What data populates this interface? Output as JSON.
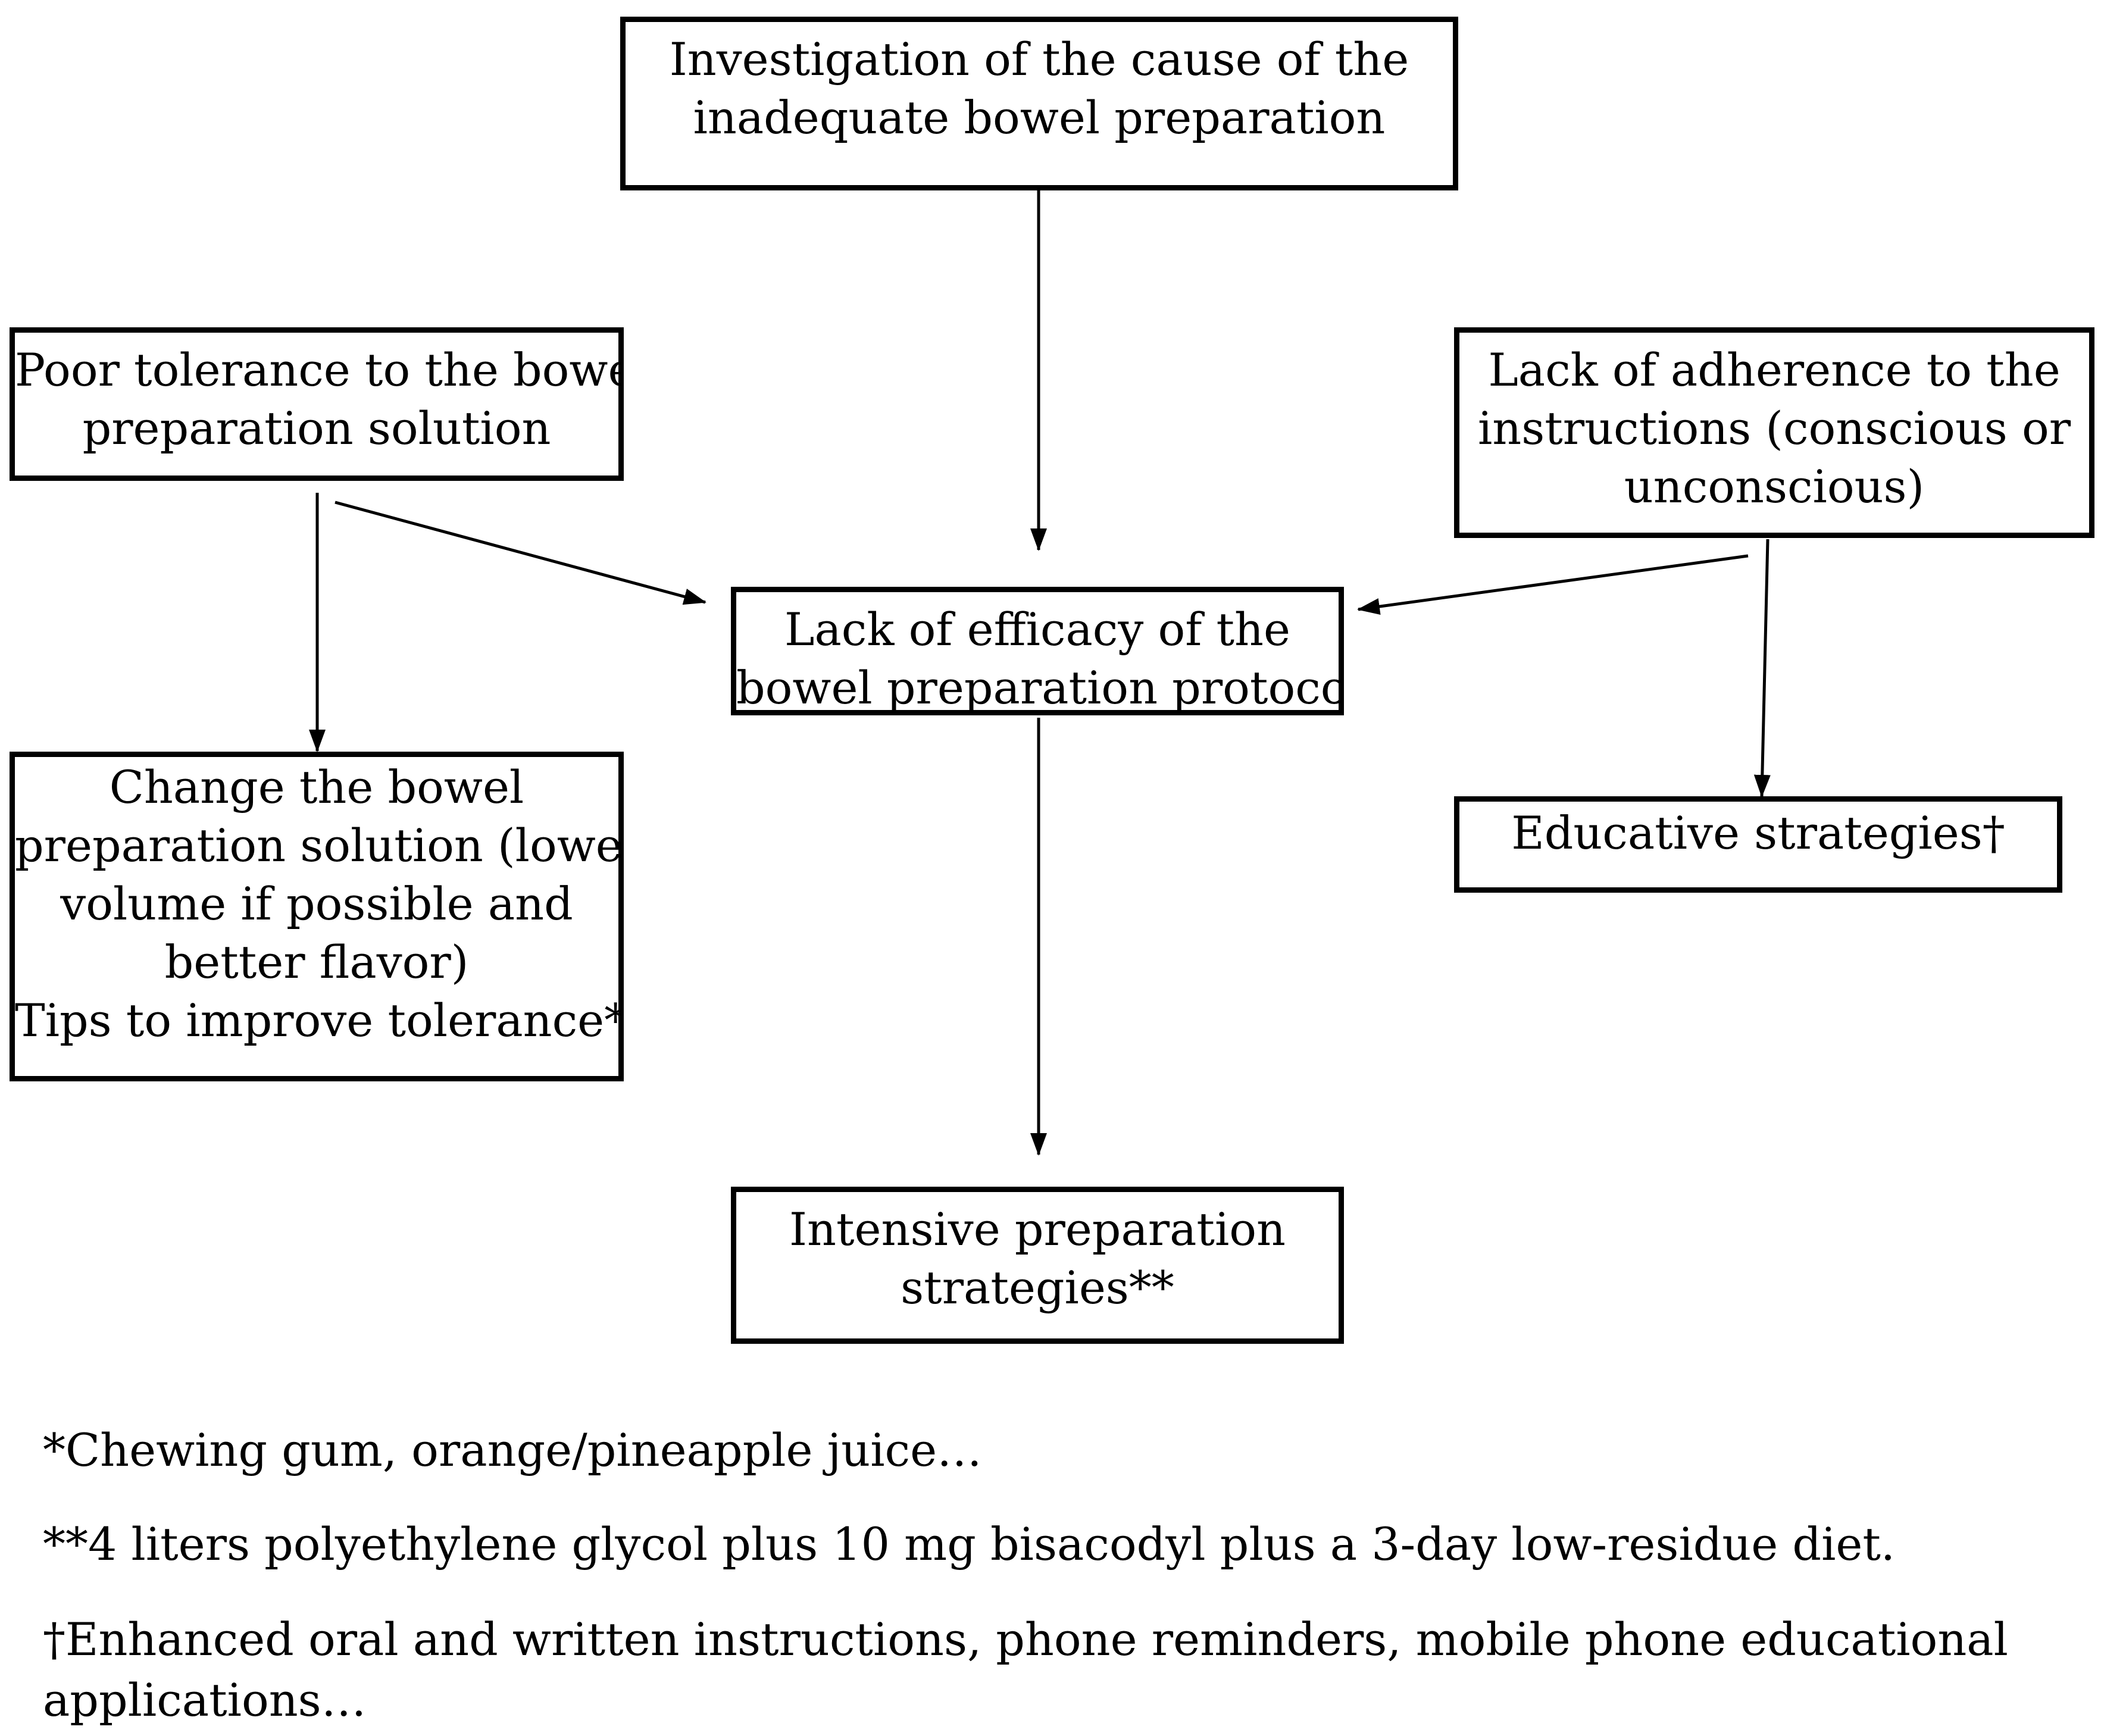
{
  "nodes": {
    "investigation": [
      "Investigation of the cause of the",
      "inadequate bowel preparation"
    ],
    "poor_tolerance": [
      "Poor tolerance to the bowel-",
      "preparation solution"
    ],
    "lack_adherence": [
      "Lack of adherence to the",
      "instructions (conscious or",
      "unconscious)"
    ],
    "lack_efficacy": [
      "Lack of efficacy of the",
      "bowel preparation protocol"
    ],
    "change_solution": [
      "Change the bowel",
      "preparation solution (lower",
      "volume if possible and",
      "better flavor)",
      "Tips to improve tolerance*"
    ],
    "educative": [
      "Educative strategies†"
    ],
    "intensive": [
      "Intensive preparation",
      "strategies**"
    ]
  },
  "edges": [
    {
      "from": "investigation",
      "to": "lack_efficacy"
    },
    {
      "from": "poor_tolerance",
      "to": "lack_efficacy"
    },
    {
      "from": "poor_tolerance",
      "to": "change_solution"
    },
    {
      "from": "lack_adherence",
      "to": "lack_efficacy"
    },
    {
      "from": "lack_adherence",
      "to": "educative"
    },
    {
      "from": "lack_efficacy",
      "to": "intensive"
    }
  ],
  "footnotes": {
    "tips": "*Chewing gum, orange/pineapple juice…",
    "intensive": "**4 liters polyethylene glycol plus 10 mg bisacodyl plus a 3-day low-residue diet.",
    "educative_line1": "†Enhanced oral and written instructions, phone reminders, mobile phone educational",
    "educative_line2": "applications…"
  }
}
